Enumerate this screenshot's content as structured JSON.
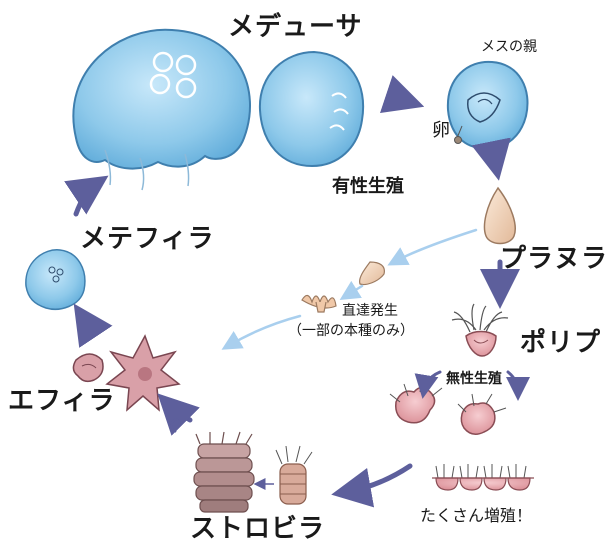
{
  "labels": {
    "medusa": "メデューサ",
    "female_parent": "メスの親",
    "egg": "卵",
    "sexual_reproduction": "有性生殖",
    "planula": "プラヌラ",
    "direct_development_1": "直達発生",
    "direct_development_2": "（一部の本種のみ）",
    "polyp": "ポリプ",
    "asexual_reproduction": "無性生殖",
    "multiply": "たくさん増殖！",
    "strobila": "ストロビラ",
    "ephyra": "エフィラ",
    "metephyra": "メテフィラ"
  },
  "colors": {
    "jelly": "#8ec9ea",
    "jelly_dark": "#5aa8d8",
    "cycle_arrow": "#5d5f9c",
    "direct_arrow": "#a9cfee",
    "polyp_body": "#e7a7ad",
    "strobila_body": "#b48f8f",
    "planula": "#f2d8bf"
  },
  "icons": [
    "medusa-large-icon",
    "medusa-side-icon",
    "female-medusa-icon",
    "egg-icon",
    "planula-icon",
    "juvenile-polyp-icon",
    "polyp-icon",
    "budding-polyp-icon",
    "polyp-colony-icon",
    "strobila-icon",
    "early-strobila-icon",
    "ephyra-icon",
    "metephyra-icon"
  ]
}
